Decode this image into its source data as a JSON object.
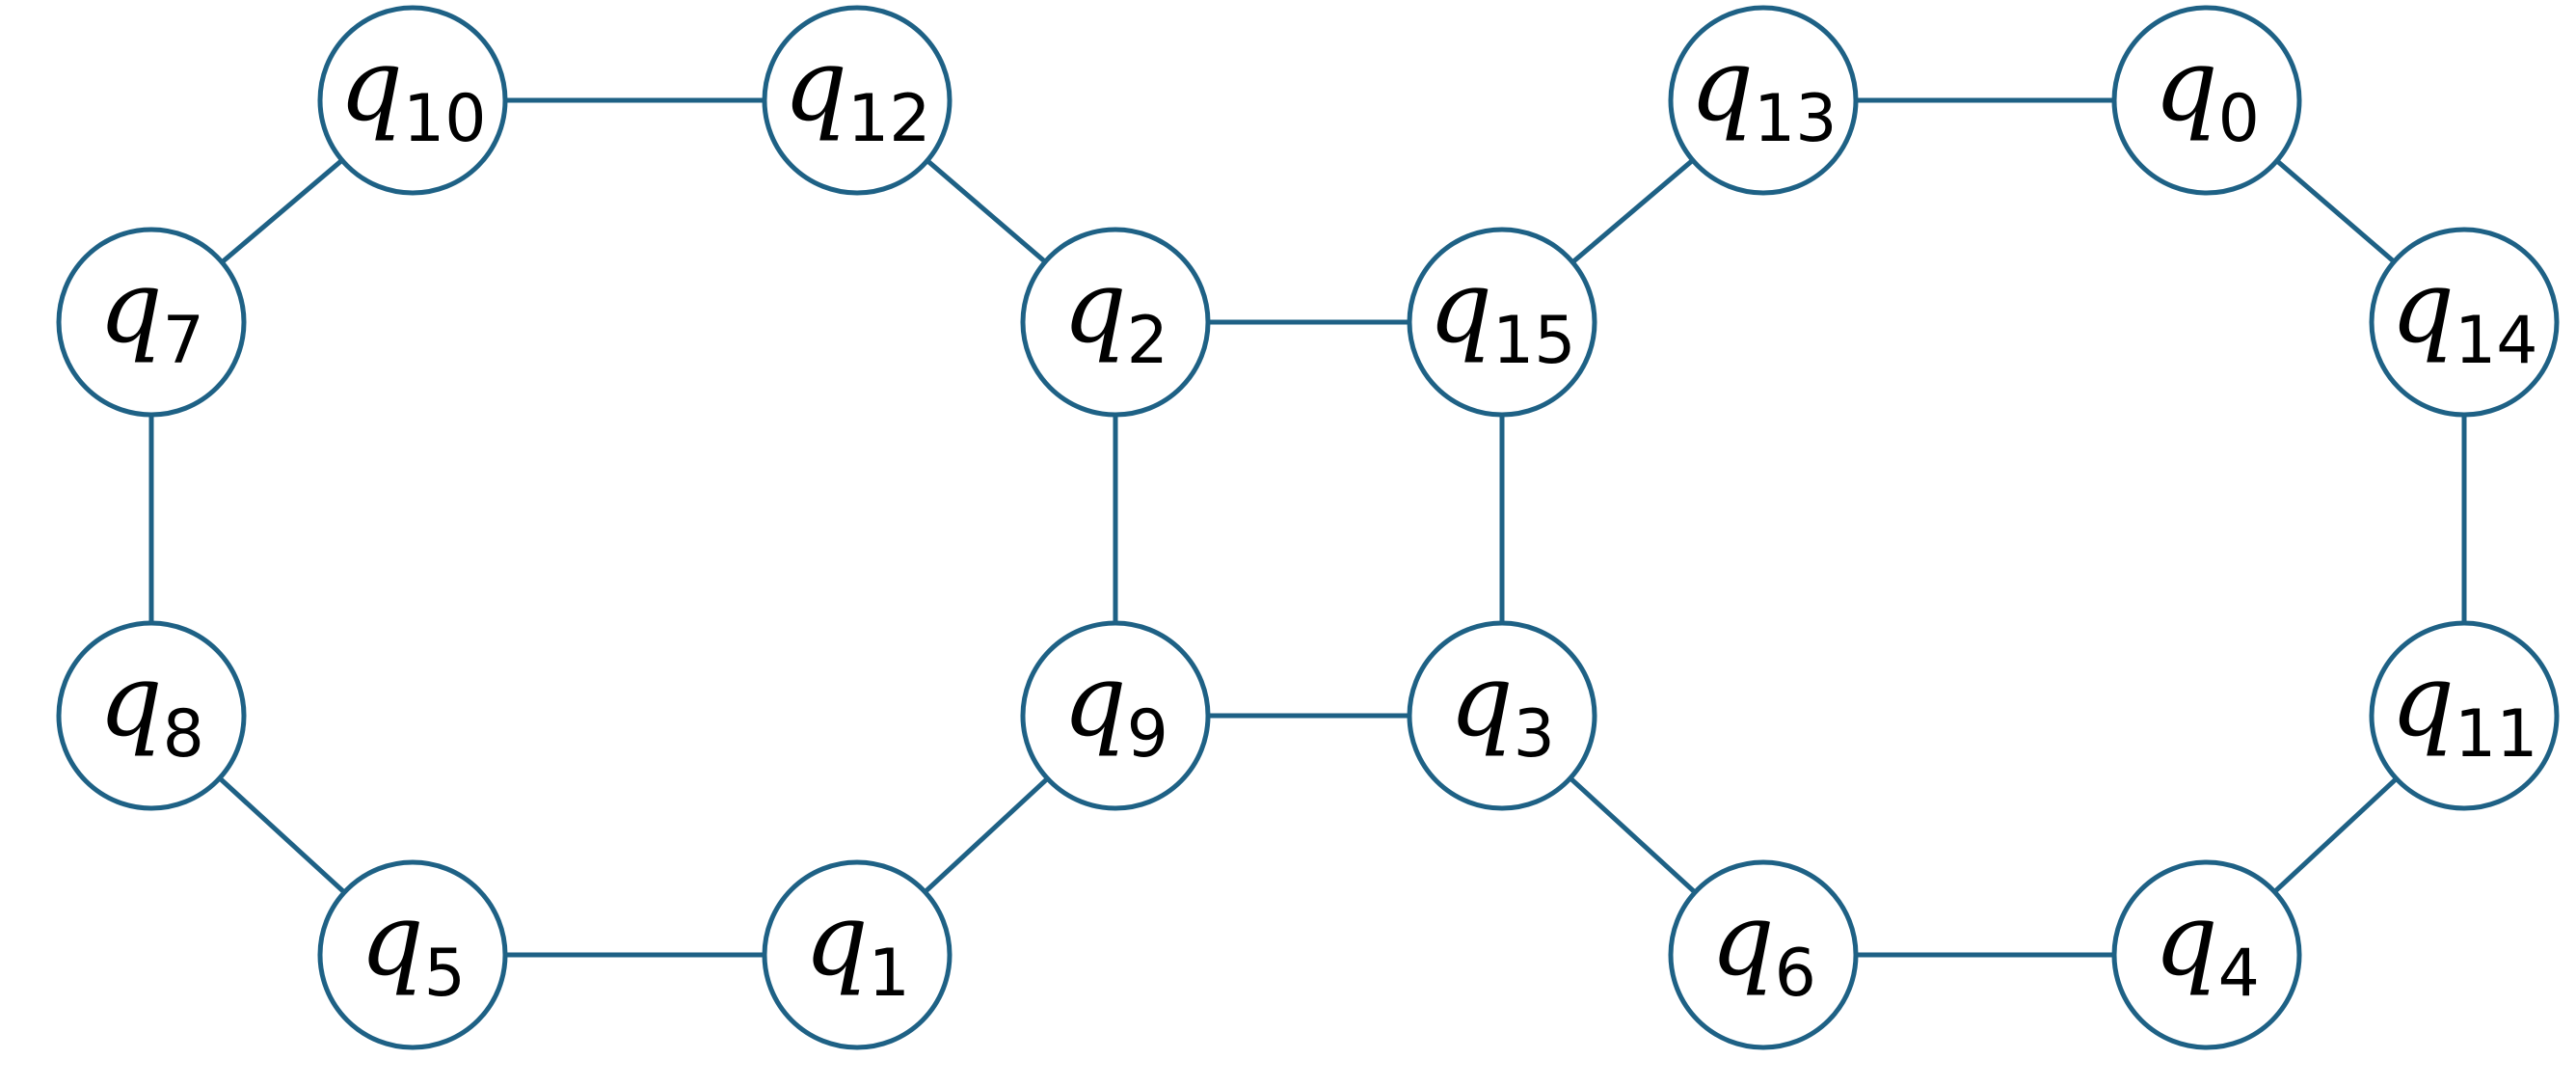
{
  "diagram": {
    "type": "qubit-connectivity-graph",
    "colors": {
      "edge": "#1e6185",
      "node_stroke": "#1e6185",
      "node_fill": "#ffffff",
      "label": "#000000"
    },
    "nodes": [
      {
        "id": "q0",
        "base": "q",
        "sub": "0"
      },
      {
        "id": "q1",
        "base": "q",
        "sub": "1"
      },
      {
        "id": "q2",
        "base": "q",
        "sub": "2"
      },
      {
        "id": "q3",
        "base": "q",
        "sub": "3"
      },
      {
        "id": "q4",
        "base": "q",
        "sub": "4"
      },
      {
        "id": "q5",
        "base": "q",
        "sub": "5"
      },
      {
        "id": "q6",
        "base": "q",
        "sub": "6"
      },
      {
        "id": "q7",
        "base": "q",
        "sub": "7"
      },
      {
        "id": "q8",
        "base": "q",
        "sub": "8"
      },
      {
        "id": "q9",
        "base": "q",
        "sub": "9"
      },
      {
        "id": "q10",
        "base": "q",
        "sub": "10"
      },
      {
        "id": "q11",
        "base": "q",
        "sub": "11"
      },
      {
        "id": "q12",
        "base": "q",
        "sub": "12"
      },
      {
        "id": "q13",
        "base": "q",
        "sub": "13"
      },
      {
        "id": "q14",
        "base": "q",
        "sub": "14"
      },
      {
        "id": "q15",
        "base": "q",
        "sub": "15"
      }
    ],
    "edges": [
      [
        "q10",
        "q12"
      ],
      [
        "q10",
        "q7"
      ],
      [
        "q12",
        "q2"
      ],
      [
        "q7",
        "q8"
      ],
      [
        "q8",
        "q5"
      ],
      [
        "q5",
        "q1"
      ],
      [
        "q1",
        "q9"
      ],
      [
        "q2",
        "q9"
      ],
      [
        "q2",
        "q15"
      ],
      [
        "q9",
        "q3"
      ],
      [
        "q15",
        "q3"
      ],
      [
        "q15",
        "q13"
      ],
      [
        "q13",
        "q0"
      ],
      [
        "q0",
        "q14"
      ],
      [
        "q14",
        "q11"
      ],
      [
        "q11",
        "q4"
      ],
      [
        "q4",
        "q6"
      ],
      [
        "q6",
        "q3"
      ]
    ]
  }
}
